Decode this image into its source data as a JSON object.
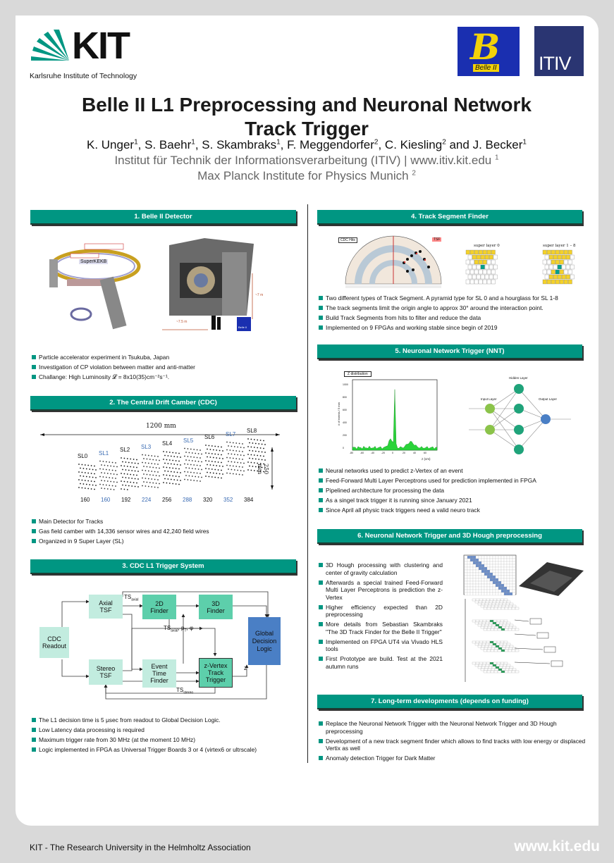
{
  "header": {
    "logo_text": "KIT",
    "logo_subtitle": "Karlsruhe Institute of Technology",
    "partner_logo_1": "Belle II",
    "partner_logo_2": "ITIV",
    "title_line1": "Belle II L1 Preprocessing and Neuronal Network",
    "title_line2": "Track Trigger",
    "authors": [
      {
        "name": "K. Unger",
        "sup": "1"
      },
      {
        "name": "S. Baehr",
        "sup": "1"
      },
      {
        "name": "S. Skambraks",
        "sup": "1"
      },
      {
        "name": "F. Meggendorfer",
        "sup": "2"
      },
      {
        "name": "C. Kiesling",
        "sup": "2"
      },
      {
        "name": "J. Becker",
        "sup": "1"
      }
    ],
    "affil1": "Institut für Technik der Informationsverarbeitung (ITIV) | www.itiv.kit.edu",
    "affil1_sup": "1",
    "affil2": "Max Planck Institute for Physics Munich",
    "affil2_sup": "2"
  },
  "sections": {
    "s1": {
      "title": "1. Belle II Detector",
      "bullets": [
        "Particle accelerator experiment in Tsukuba, Japan",
        "Investigation of CP violation between matter and anti-matter",
        "Challange: High Luminosity 𝓛 = 8x10(35)cm⁻²s⁻¹."
      ],
      "fig_labels": {
        "ring": "SuperKEKB",
        "dim1": "~7 m",
        "dim2": "~7.5 m",
        "badge": "Belle II"
      }
    },
    "s2": {
      "title": "2. The Central Drift Camber (CDC)",
      "bullets": [
        "Main Detector for Tracks",
        "Gas field camber with 14,336 sensor wires and 42,240 field wires",
        "Organized in 9 Super Layer (SL)"
      ],
      "width_label": "1200 mm",
      "height_label": "250 mm",
      "sl_labels": [
        "SL0",
        "SL1",
        "SL2",
        "SL3",
        "SL4",
        "SL5",
        "SL6",
        "SL7",
        "SL8"
      ],
      "counts": [
        "160",
        "160",
        "192",
        "224",
        "256",
        "288",
        "320",
        "352",
        "384"
      ]
    },
    "s3": {
      "title": "3. CDC L1 Trigger System",
      "bullets": [
        "The L1 decision time is 5 μsec from readout to Global Decision Logic.",
        "Low Latency data processing is required",
        "Maximum trigger rate from 30 MHz (at the moment 10 MHz)",
        "Logic implemented in FPGA as Universal Trigger Boards 3 or 4 (virtex6 or ultrscale)"
      ],
      "blocks": {
        "cdc": [
          "CDC",
          "Readout"
        ],
        "axial": [
          "Axial",
          "TSF"
        ],
        "stereo": [
          "Stereo",
          "TSF"
        ],
        "f2d": [
          "2D",
          "Finder"
        ],
        "f3d": [
          "3D",
          "Finder"
        ],
        "etf": [
          "Event",
          "Time",
          "Finder"
        ],
        "zvtx": [
          "z-Vertex",
          "Track",
          "Trigger"
        ],
        "gdl": [
          "Global",
          "Decision",
          "Logic"
        ]
      },
      "labels": {
        "ts_axial": "TS",
        "ts_axial_sub": "axial",
        "ts_axial2": "TS",
        "ts_axial2_sub": "axial",
        "ts_axial2_rest": ", p",
        "ts_axial2_pt": "T",
        "ts_axial2_phi": ", φ",
        "ts_stereo": "TS",
        "ts_stereo_sub": "stereo",
        "z": "z"
      }
    },
    "s4": {
      "title": "4. Track Segment Finder",
      "bullets": [
        "Two different types of Track Segment. A pyramid type for SL 0 and a hourglass for SL 1-8",
        "The track segments limit the origin angle to approx 30° around the interaction point.",
        "Build Track Segments from hits to filter and reduce the data",
        "Implemented on 9 FPGAs and working stable since begin of 2019"
      ],
      "fig_labels": {
        "cdc_hits": "CDC Hits",
        "tsf": "TSF",
        "sl0": "super layer 0",
        "sl18": "super layer 1 – 8"
      }
    },
    "s5": {
      "title": "5. Neuronal Network Trigger (NNT)",
      "bullets": [
        "Neural networks used to predict z-Vertex of an event",
        "Feed-Forward Multi Layer Perceptrons used for prediction implemented in FPGA",
        "Pipelined architecture for processing the data",
        "As a singel track trigger it is running since January 2021",
        "Since April all physic track triggers need a valid neuro track"
      ],
      "hist": {
        "title": "Z distribution",
        "xlabel": "z  (cm)",
        "ylabel": "# of events / 5 mm",
        "xticks": [
          "-80",
          "-60",
          "-40",
          "-20",
          "0",
          "20",
          "40",
          "60"
        ],
        "yticks": [
          "0",
          "200",
          "400",
          "600",
          "800",
          "1000"
        ]
      },
      "nn": {
        "input": "Input Layer",
        "hidden": "Hidden Layer",
        "output": "Output Layer"
      }
    },
    "s6": {
      "title": "6. Neuronal Network Trigger and 3D Hough preprocessing",
      "bullets": [
        "3D Hough processing with clustering and center of gravity calculation",
        "Afterwards a special trained Feed-Forward Multi Layer Perceptrons is prediction the z-Vertex",
        "Higher efficiency expected than 2D preprocessing",
        "More details from Sebastian Skambraks \"The 3D Track Finder for the Belle II Trigger\"",
        "Implemented on FPGA UT4 via Vivado HLS tools",
        "First Prototype are build. Test at the 2021 autumn runs"
      ]
    },
    "s7": {
      "title": "7. Long-term developments (depends on funding)",
      "bullets": [
        "Replace the Neuronal Network Trigger with the Neuronal Network Trigger and 3D Hough preprocessing",
        "Development of a new track segment finder which allows to find tracks with low energy or displaced Vertix as well",
        "Anomaly detection Trigger for Dark Matter"
      ]
    }
  },
  "footer": {
    "left": "KIT - The Research University in the Helmholtz Association",
    "right": "www.kit.edu"
  },
  "colors": {
    "accent": "#009682",
    "trigger_block": "#c2ecdf",
    "trigger_block_dark": "#5dcfab",
    "gdl": "#4a7fc5"
  }
}
